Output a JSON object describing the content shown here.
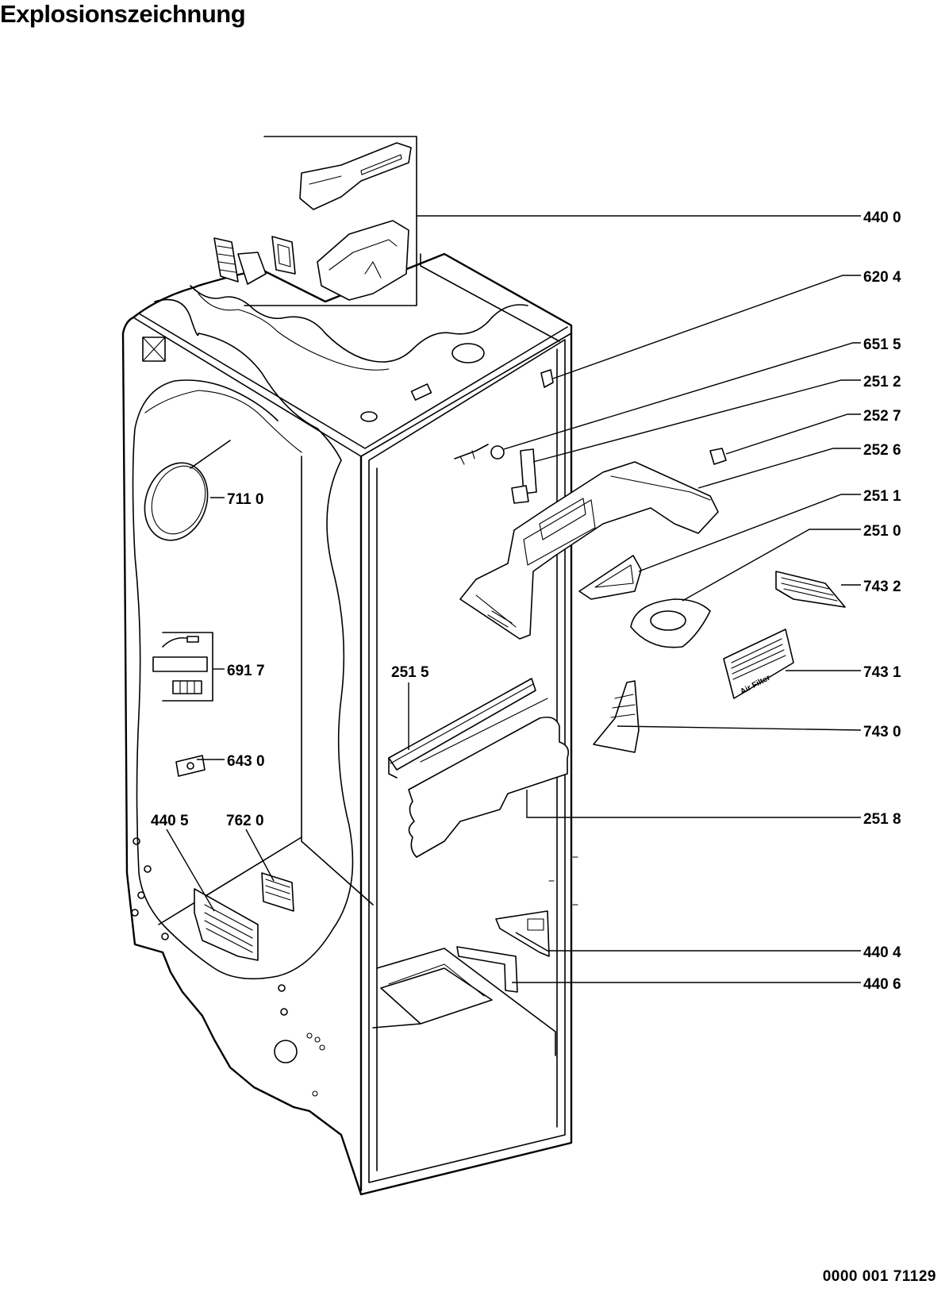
{
  "title": "Explosionszeichnung",
  "document_number": "0000 001 71129",
  "callouts": [
    {
      "id": "c-4400",
      "label": "440 0"
    },
    {
      "id": "c-6204",
      "label": "620 4"
    },
    {
      "id": "c-6515",
      "label": "651 5"
    },
    {
      "id": "c-2512",
      "label": "251 2"
    },
    {
      "id": "c-2527",
      "label": "252 7"
    },
    {
      "id": "c-2526",
      "label": "252 6"
    },
    {
      "id": "c-2511",
      "label": "251 1"
    },
    {
      "id": "c-2510",
      "label": "251 0"
    },
    {
      "id": "c-7432",
      "label": "743 2"
    },
    {
      "id": "c-7431",
      "label": "743 1"
    },
    {
      "id": "c-7430",
      "label": "743 0"
    },
    {
      "id": "c-2518",
      "label": "251 8"
    },
    {
      "id": "c-4404",
      "label": "440 4"
    },
    {
      "id": "c-4406",
      "label": "440 6"
    },
    {
      "id": "c-7110",
      "label": "711 0"
    },
    {
      "id": "c-6917",
      "label": "691 7"
    },
    {
      "id": "c-6430",
      "label": "643 0"
    },
    {
      "id": "c-4405",
      "label": "440 5"
    },
    {
      "id": "c-7620",
      "label": "762 0"
    },
    {
      "id": "c-2515",
      "label": "251 5"
    }
  ],
  "filter_text": "Air Filter"
}
